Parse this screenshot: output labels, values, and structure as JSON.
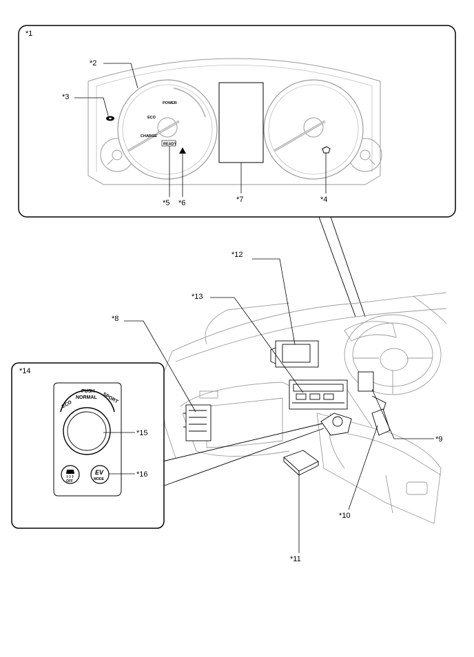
{
  "callouts": {
    "c1": "*1",
    "c2": "*2",
    "c3": "*3",
    "c4": "*4",
    "c5": "*5",
    "c6": "*6",
    "c7": "*7",
    "c8": "*8",
    "c9": "*9",
    "c10": "*10",
    "c11": "*11",
    "c12": "*12",
    "c13": "*13",
    "c14": "*14",
    "c15": "*15",
    "c16": "*16"
  },
  "gauge": {
    "power": "POWER",
    "eco": "ECO",
    "charge": "CHARGE",
    "ready": "READY"
  },
  "mode_switch": {
    "push": "PUSH",
    "normal": "NORMAL",
    "eco": "ECO",
    "sport": "SPORT",
    "off": "OFF",
    "ev": "EV",
    "mode": "MODE"
  },
  "colors": {
    "line": "#000000",
    "light_line": "#9a9a9a",
    "background": "#ffffff"
  }
}
